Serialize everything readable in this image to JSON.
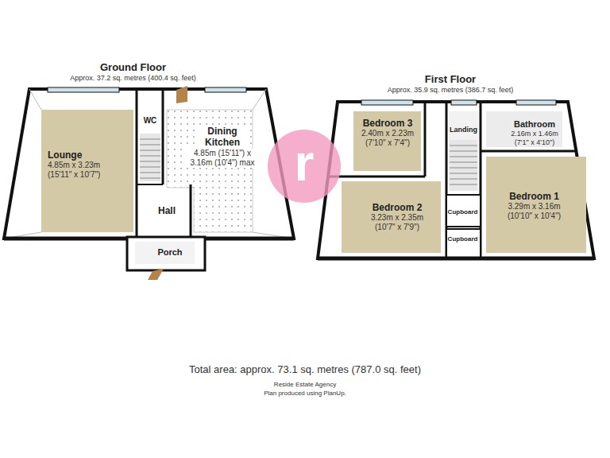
{
  "diagram": {
    "caption": "Total area: approx. 73.1 sq. metres (787.0 sq. feet)",
    "nodes": [
      {
        "text": [
          "Ground Floor",
          "Approx. 37.2 sq. metres (400.4 sq. feet)"
        ]
      },
      {
        "text": [
          "Lounge",
          "4.85m x 3.23m",
          "(15'11\" x 10'7\")"
        ],
        "in": 0
      },
      {
        "text": [
          "WC"
        ],
        "in": 0
      },
      {
        "text": [
          "Dining Kitchen",
          "4.85m (15'11\") x 3.16m (10'4\") max"
        ],
        "in": 0
      },
      {
        "text": [
          "Hall"
        ],
        "in": 0
      },
      {
        "text": [
          "Porch"
        ],
        "in": 0
      },
      {
        "text": [
          "First Floor",
          "Approx. 35.9 sq. metres (386.7 sq. feet)"
        ]
      },
      {
        "text": [
          "Bedroom 3",
          "2.40m x 2.23m",
          "(7'10\" x 7'4\")"
        ],
        "in": 6
      },
      {
        "text": [
          "Landing"
        ],
        "in": 6
      },
      {
        "text": [
          "Bathroom",
          "2.16m x 1.46m",
          "(7'1\" x 4'10\")"
        ],
        "in": 6
      },
      {
        "text": [
          "Bedroom 2",
          "3.23m x 2.35m",
          "(10'7\" x 7'9\")"
        ],
        "in": 6
      },
      {
        "text": [
          "Cupboard"
        ],
        "in": 6
      },
      {
        "text": [
          "Bedroom 1",
          "3.29m x 3.16m",
          "(10'10\" x 10'4\")"
        ],
        "in": 6
      },
      {
        "text": [
          "Cupboard"
        ],
        "in": 6
      }
    ],
    "labels": [
      "r",
      "Reside Estate Agency",
      "Plan produced using PlanUp."
    ]
  }
}
